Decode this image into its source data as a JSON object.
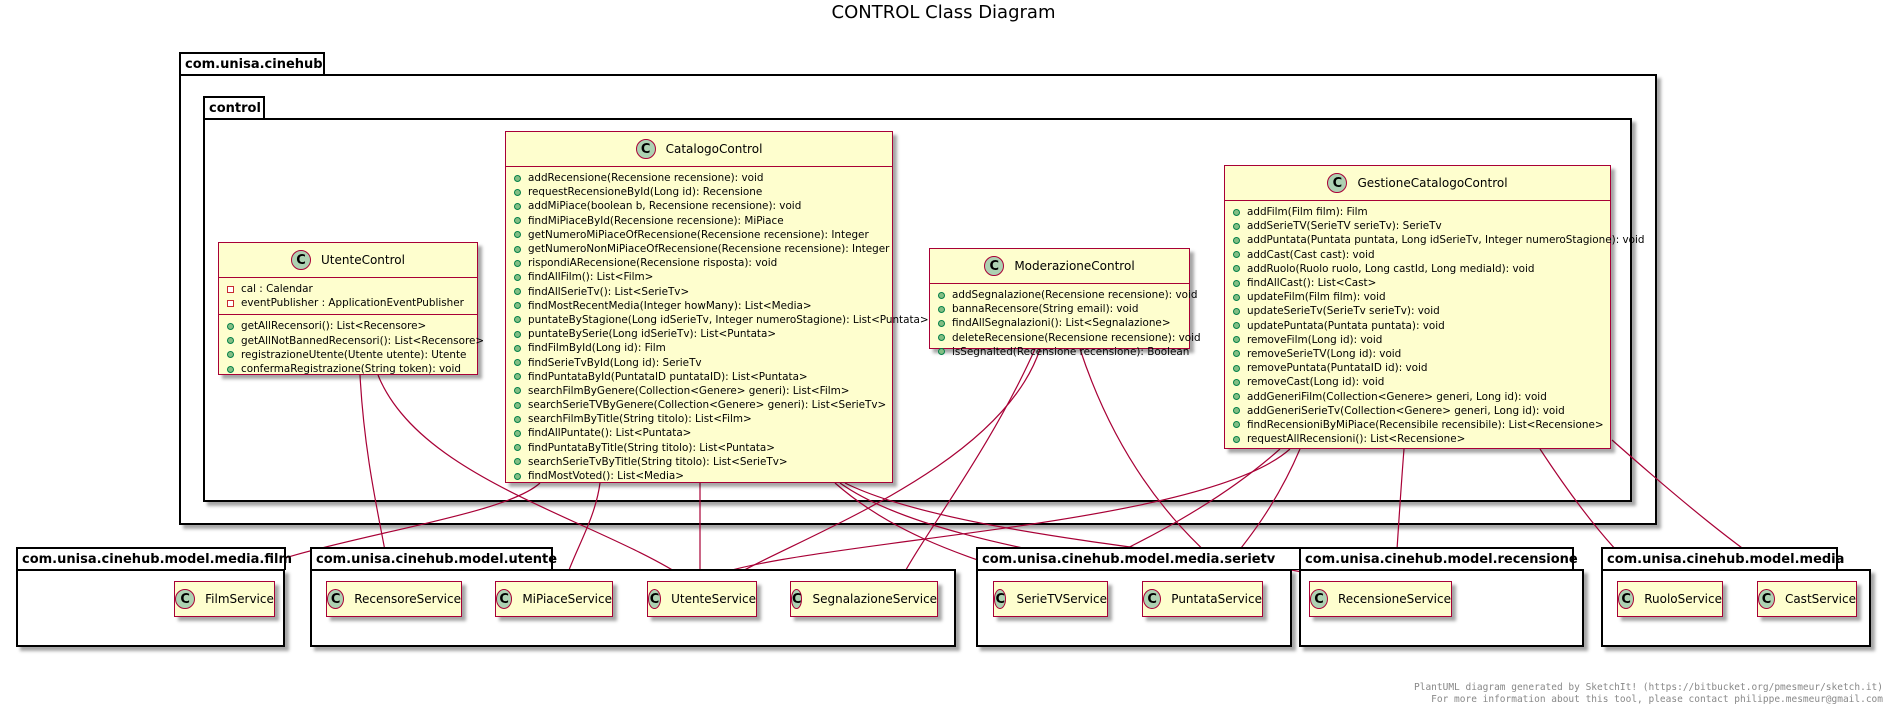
{
  "title": "CONTROL Class Diagram",
  "packages": {
    "outer": "com.unisa.cinehub",
    "control": "control",
    "film": "com.unisa.cinehub.model.media.film",
    "utente": "com.unisa.cinehub.model.utente",
    "serietv": "com.unisa.cinehub.model.media.serietv",
    "recensione": "com.unisa.cinehub.model.recensione",
    "media": "com.unisa.cinehub.model.media"
  },
  "classes": {
    "utente_control": {
      "name": "UtenteControl",
      "attributes": [
        "cal : Calendar",
        "eventPublisher : ApplicationEventPublisher"
      ],
      "methods": [
        "getAllRecensori(): List<Recensore>",
        "getAllNotBannedRecensori(): List<Recensore>",
        "registrazioneUtente(Utente utente): Utente",
        "confermaRegistrazione(String token): void"
      ]
    },
    "catalogo_control": {
      "name": "CatalogoControl",
      "methods": [
        "addRecensione(Recensione recensione): void",
        "requestRecensioneById(Long id): Recensione",
        "addMiPiace(boolean b, Recensione recensione): void",
        "findMiPiaceById(Recensione recensione): MiPiace",
        "getNumeroMiPiaceOfRecensione(Recensione recensione): Integer",
        "getNumeroNonMiPiaceOfRecensione(Recensione recensione): Integer",
        "rispondiARecensione(Recensione risposta): void",
        "findAllFilm(): List<Film>",
        "findAllSerieTv(): List<SerieTv>",
        "findMostRecentMedia(Integer howMany): List<Media>",
        "puntateByStagione(Long idSerieTv, Integer numeroStagione): List<Puntata>",
        "puntateBySerie(Long idSerieTv): List<Puntata>",
        "findFilmById(Long id): Film",
        "findSerieTvById(Long id): SerieTv",
        "findPuntataById(PuntataID puntataID): List<Puntata>",
        "searchFilmByGenere(Collection<Genere> generi): List<Film>",
        "searchSerieTVByGenere(Collection<Genere> generi): List<SerieTv>",
        "searchFilmByTitle(String titolo): List<Film>",
        "findAllPuntate(): List<Puntata>",
        "findPuntataByTitle(String titolo): List<Puntata>",
        "searchSerieTvByTitle(String titolo): List<SerieTv>",
        "findMostVoted(): List<Media>"
      ]
    },
    "moderazione_control": {
      "name": "ModerazioneControl",
      "methods": [
        "addSegnalazione(Recensione recensione): void",
        "bannaRecensore(String email): void",
        "findAllSegnalazioni(): List<Segnalazione>",
        "deleteRecensione(Recensione recensione): void",
        "isSegnalted(Recensione recensione): Boolean"
      ]
    },
    "gestione_catalogo_control": {
      "name": "GestioneCatalogoControl",
      "methods": [
        "addFilm(Film film): Film",
        "addSerieTV(SerieTV serieTv): SerieTv",
        "addPuntata(Puntata puntata, Long idSerieTv, Integer numeroStagione): void",
        "addCast(Cast cast): void",
        "addRuolo(Ruolo ruolo, Long castId, Long mediaId): void",
        "findAllCast(): List<Cast>",
        "updateFilm(Film film): void",
        "updateSerieTv(SerieTv serieTv): void",
        "updatePuntata(Puntata puntata): void",
        "removeFilm(Long id): void",
        "removeSerieTV(Long id): void",
        "removePuntata(PuntataID id): void",
        "removeCast(Long id): void",
        "addGeneriFilm(Collection<Genere> generi, Long id): void",
        "addGeneriSerieTv(Collection<Genere> generi, Long id): void",
        "findRecensioniByMiPiace(Recensibile recensibile): List<Recensione>",
        "requestAllRecensioni(): List<Recensione>"
      ]
    }
  },
  "services": {
    "film_service": "FilmService",
    "recensore_service": "RecensoreService",
    "mipiace_service": "MiPiaceService",
    "utente_service": "UtenteService",
    "segnalazione_service": "SegnalazioneService",
    "serietv_service": "SerieTVService",
    "puntata_service": "PuntataService",
    "recensione_service": "RecensioneService",
    "ruolo_service": "RuoloService",
    "cast_service": "CastService"
  },
  "class_icon_letter": "C",
  "colors": {
    "class_fill": "#FEFECE",
    "class_border": "#A80036",
    "icon_fill": "#ADD1B2",
    "public_marker": "#84BE84",
    "private_marker": "#C82930"
  },
  "footer": {
    "line1": "PlantUML diagram generated by SketchIt! (https://bitbucket.org/pmesmeur/sketch.it)",
    "line2": "For more information about this tool, please contact philippe.mesmeur@gmail.com"
  }
}
